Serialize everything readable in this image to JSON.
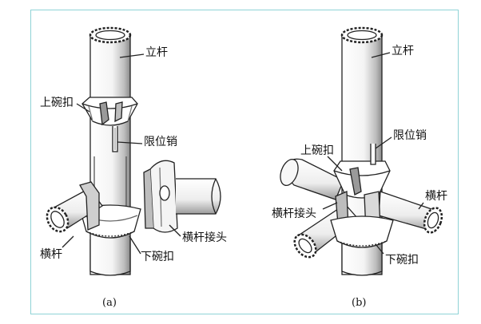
{
  "panel_a": {
    "label_vertical_pole": "立杆",
    "label_upper_bowl": "上碗扣",
    "label_limit_pin": "限位销",
    "label_horizontal_bar": "横杆",
    "label_lower_bowl": "下碗扣",
    "label_bar_joint": "横杆接头",
    "caption": "(a)"
  },
  "panel_b": {
    "label_vertical_pole": "立杆",
    "label_upper_bowl": "上碗扣",
    "label_limit_pin": "限位销",
    "label_horizontal_bar": "横杆",
    "label_bar_joint": "横杆接头",
    "label_lower_bowl": "下碗扣",
    "caption": "(b)"
  },
  "colors": {
    "frame_border": "#8fd3d6",
    "line": "#222222",
    "shade": "#9a9a9a"
  }
}
